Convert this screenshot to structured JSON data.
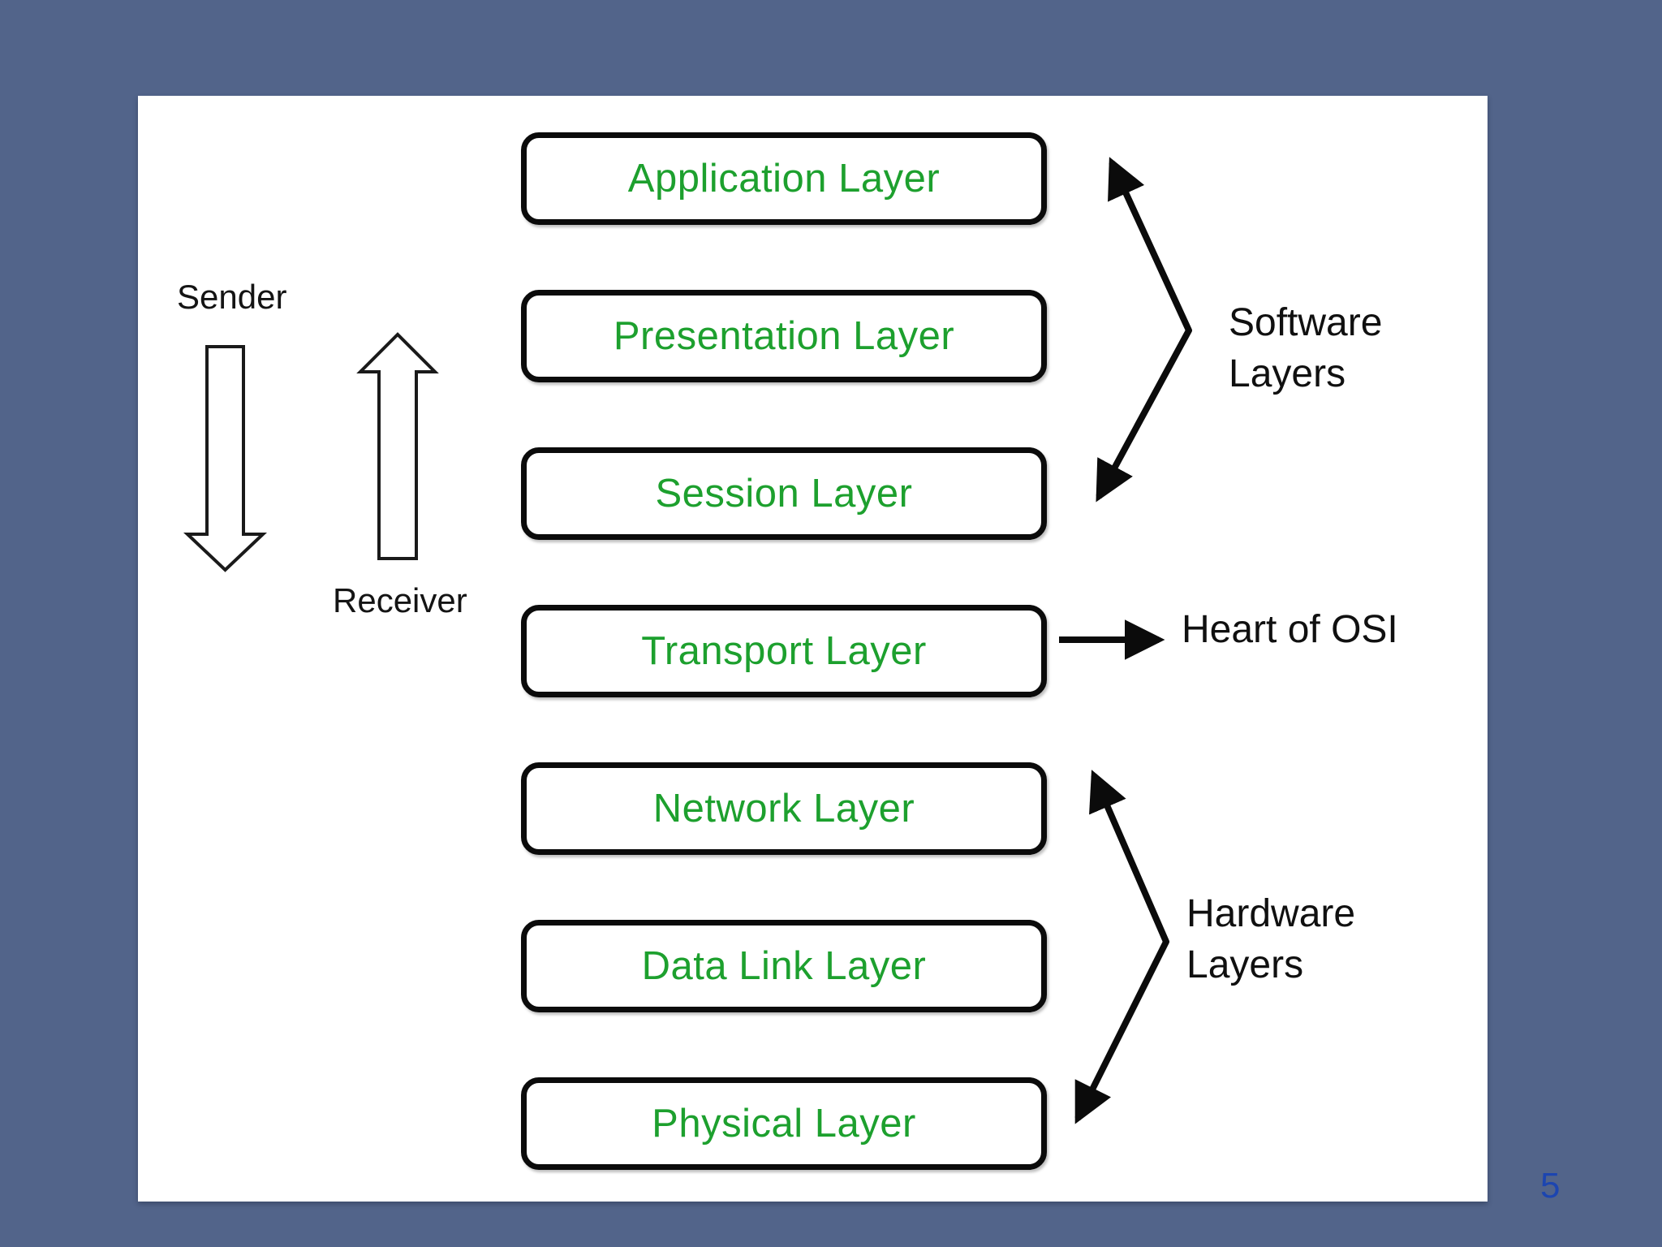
{
  "page": {
    "background_color": "#52648a",
    "slide_background": "#ffffff",
    "page_number": "5",
    "page_number_color": "#1c45b0"
  },
  "colors": {
    "layer_text_green": "#1da02e",
    "outline_black": "#0b0b0b",
    "label_black": "#141414"
  },
  "endpoints": {
    "sender_label": "Sender",
    "receiver_label": "Receiver"
  },
  "layers": [
    {
      "label": "Application Layer",
      "group": "software"
    },
    {
      "label": "Presentation Layer",
      "group": "software"
    },
    {
      "label": "Session Layer",
      "group": "software"
    },
    {
      "label": "Transport Layer",
      "group": "heart-of-osi"
    },
    {
      "label": "Network Layer",
      "group": "hardware"
    },
    {
      "label": "Data Link Layer",
      "group": "hardware"
    },
    {
      "label": "Physical Layer",
      "group": "hardware"
    }
  ],
  "annotations": {
    "software_group_label": "Software Layers",
    "hardware_group_label": "Hardware Layers",
    "heart_label": "Heart of OSI"
  },
  "icons": [
    "sender-down-arrow-icon",
    "receiver-up-arrow-icon",
    "software-bracket-double-arrow-icon",
    "hardware-bracket-double-arrow-icon",
    "heart-of-osi-arrow-icon"
  ]
}
